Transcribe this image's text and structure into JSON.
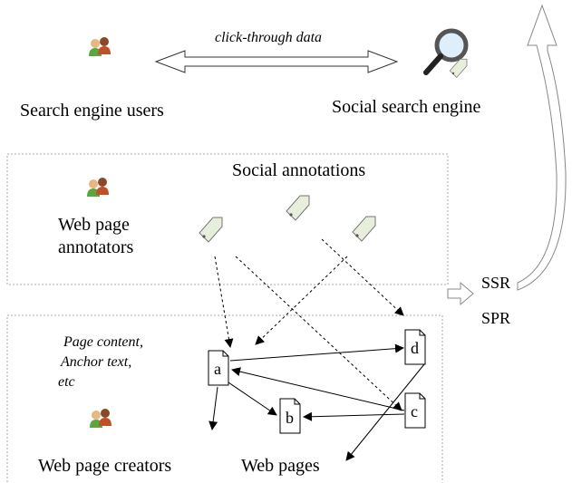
{
  "top": {
    "users_label": "Search engine users",
    "engine_label": "Social search engine",
    "arrow_label": "click-through data"
  },
  "annotation_box": {
    "title": "Social annotations",
    "actor_label_line1": "Web page",
    "actor_label_line2": "annotators"
  },
  "pages_box": {
    "content_line1": "Page content,",
    "content_line2": "Anchor text,",
    "content_line3": "etc",
    "creators_label": "Web page creators",
    "pages_label": "Web pages",
    "pages": [
      "a",
      "b",
      "c",
      "d"
    ]
  },
  "ranking": {
    "ssr": "SSR",
    "spr": "SPR"
  },
  "icons": [
    "people-icon",
    "magnifier-tag-icon",
    "tag-icon",
    "page-icon"
  ],
  "colors": {
    "box_border": "#aaaaaa",
    "tag_fill": "#e8eedc",
    "person_green": "#5aa640",
    "person_brown": "#8a4a2a"
  }
}
